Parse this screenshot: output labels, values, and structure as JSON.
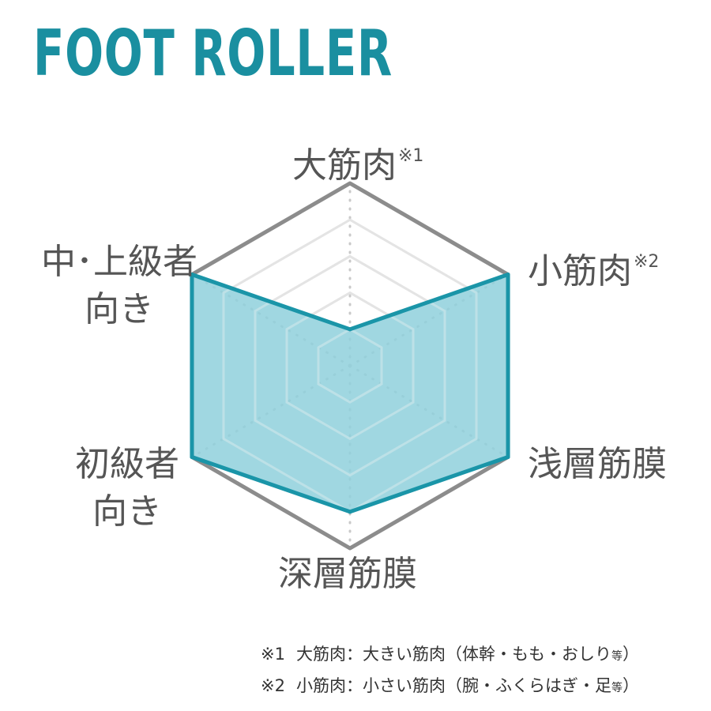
{
  "title": "FOOT ROLLER",
  "colors": {
    "title": "#1a8fa0",
    "outline": "#8c8c8c",
    "fill": "#8fd0dc",
    "stroke": "#1a95a8",
    "label": "#555555"
  },
  "chart_data": {
    "type": "radar",
    "axes": [
      {
        "label": "大筋肉",
        "mark": "※1"
      },
      {
        "label": "小筋肉",
        "mark": "※2"
      },
      {
        "label": "浅層筋膜",
        "mark": ""
      },
      {
        "label": "深層筋膜",
        "mark": ""
      },
      {
        "label": "初級者向き",
        "mark": ""
      },
      {
        "label": "中・上級者向き",
        "mark": ""
      }
    ],
    "levels": 5,
    "values": [
      1,
      5,
      5,
      4,
      5,
      5
    ],
    "max": 5,
    "grid": true
  },
  "labels": {
    "top": "大筋肉",
    "top_mark": "※1",
    "upper_right": "小筋肉",
    "upper_right_mark": "※2",
    "lower_right": "浅層筋膜",
    "bottom": "深層筋膜",
    "upper_left_1": "中･上級者",
    "upper_left_2": "向き",
    "lower_left_1": "初級者",
    "lower_left_2": "向き"
  },
  "notes": [
    {
      "mark": "※1",
      "text": "大筋肉：大きい筋肉（体幹・もも・おしり",
      "suffix": "等",
      "close": "）"
    },
    {
      "mark": "※2",
      "text": "小筋肉：小さい筋肉（腕・ふくらはぎ・足",
      "suffix": "等",
      "close": "）"
    }
  ]
}
